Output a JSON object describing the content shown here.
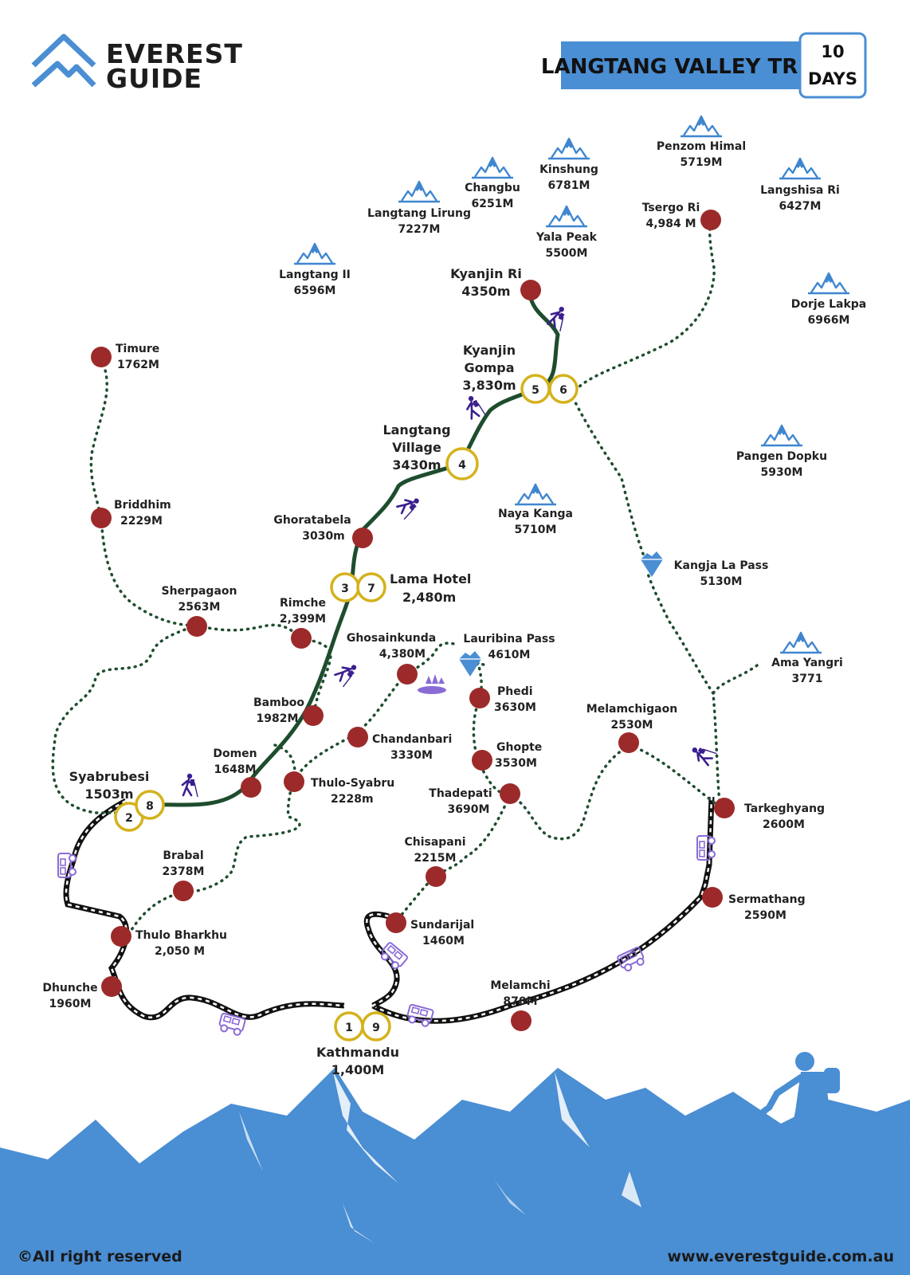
{
  "brand": {
    "line1": "EVEREST",
    "line2": "GUIDE"
  },
  "title": "LANGTANG VALLEY TREK",
  "days": {
    "number": "10",
    "unit": "DAYS"
  },
  "footer": {
    "copyright": "©All right reserved",
    "website": "www.everestguide.com.au"
  },
  "colors": {
    "accent_blue": "#4a8ed3",
    "trek_route": "#1e4d2e",
    "side_route": "#1e4d2e",
    "waypoint": "#9c2a2a",
    "day_circle_border": "#d4b21c",
    "road": "#111111"
  },
  "peaks": [
    {
      "id": "penzom-himal",
      "name": "Penzom Himal",
      "alt": "5719M"
    },
    {
      "id": "kinshung",
      "name": "Kinshung",
      "alt": "6781M"
    },
    {
      "id": "changbu",
      "name": "Changbu",
      "alt": "6251M"
    },
    {
      "id": "langshisa-ri",
      "name": "Langshisa Ri",
      "alt": "6427M"
    },
    {
      "id": "langtang-lirung",
      "name": "Langtang Lirung",
      "alt": "7227M"
    },
    {
      "id": "yala-peak",
      "name": "Yala Peak",
      "alt": "5500M"
    },
    {
      "id": "langtang-ii",
      "name": "Langtang II",
      "alt": "6596M"
    },
    {
      "id": "dorje-lakpa",
      "name": "Dorje Lakpa",
      "alt": "6966M"
    },
    {
      "id": "pangen-dopku",
      "name": "Pangen Dopku",
      "alt": "5930M"
    },
    {
      "id": "naya-kanga",
      "name": "Naya Kanga",
      "alt": "5710M"
    },
    {
      "id": "ama-yangri",
      "name": "Ama Yangri",
      "alt": "3771"
    }
  ],
  "places": [
    {
      "id": "tsergo-ri",
      "name": "Tsergo Ri",
      "alt": "4,984 M"
    },
    {
      "id": "kyanjin-ri",
      "name": "Kyanjin Ri",
      "alt": "4350m"
    },
    {
      "id": "timure",
      "name": "Timure",
      "alt": "1762M"
    },
    {
      "id": "briddhim",
      "name": "Briddhim",
      "alt": "2229M"
    },
    {
      "id": "ghoratabela",
      "name": "Ghoratabela",
      "alt": "3030m"
    },
    {
      "id": "sherpagaon",
      "name": "Sherpagaon",
      "alt": "2563M"
    },
    {
      "id": "rimche",
      "name": "Rimche",
      "alt": "2,399M"
    },
    {
      "id": "ghosainkunda",
      "name": "Ghosainkunda",
      "alt": "4,380M"
    },
    {
      "id": "lauribina-pass",
      "name": "Lauribina Pass",
      "alt": "4610M"
    },
    {
      "id": "kangja-la-pass",
      "name": "Kangja La Pass",
      "alt": "5130M"
    },
    {
      "id": "phedi",
      "name": "Phedi",
      "alt": "3630M"
    },
    {
      "id": "bamboo",
      "name": "Bamboo",
      "alt": "1982M"
    },
    {
      "id": "chandanbari",
      "name": "Chandanbari",
      "alt": "3330M"
    },
    {
      "id": "melamchigaon",
      "name": "Melamchigaon",
      "alt": "2530M"
    },
    {
      "id": "ghopte",
      "name": "Ghopte",
      "alt": "3530M"
    },
    {
      "id": "domen",
      "name": "Domen",
      "alt": "1648M"
    },
    {
      "id": "thulo-syabru",
      "name": "Thulo-Syabru",
      "alt": "2228m"
    },
    {
      "id": "thadepati",
      "name": "Thadepati",
      "alt": "3690M"
    },
    {
      "id": "tarkeghyang",
      "name": "Tarkeghyang",
      "alt": "2600M"
    },
    {
      "id": "chisapani",
      "name": "Chisapani",
      "alt": "2215M"
    },
    {
      "id": "brabal",
      "name": "Brabal",
      "alt": "2378M"
    },
    {
      "id": "sermathang",
      "name": "Sermathang",
      "alt": "2590M"
    },
    {
      "id": "thulo-bharkhu",
      "name": "Thulo Bharkhu",
      "alt": "2,050 M"
    },
    {
      "id": "sundarijal",
      "name": "Sundarijal",
      "alt": "1460M"
    },
    {
      "id": "dhunche",
      "name": "Dhunche",
      "alt": "1960M"
    },
    {
      "id": "melamchi",
      "name": "Melamchi",
      "alt": "870M"
    }
  ],
  "stops": [
    {
      "id": "kyanjin-gompa",
      "line1": "Kyanjin",
      "line2": "Gompa",
      "alt": "3,830m",
      "days": [
        "5",
        "6"
      ]
    },
    {
      "id": "langtang-village",
      "line1": "Langtang",
      "line2": "Village",
      "alt": "3430m",
      "days": [
        "4"
      ]
    },
    {
      "id": "lama-hotel",
      "line1": "Lama Hotel",
      "line2": "",
      "alt": "2,480m",
      "days": [
        "3",
        "7"
      ]
    },
    {
      "id": "syabrubesi",
      "line1": "Syabrubesi",
      "line2": "",
      "alt": "1503m",
      "days": [
        "2",
        "8"
      ]
    },
    {
      "id": "kathmandu",
      "line1": "Kathmandu",
      "line2": "",
      "alt": "1,400M",
      "days": [
        "1",
        "9"
      ]
    }
  ]
}
